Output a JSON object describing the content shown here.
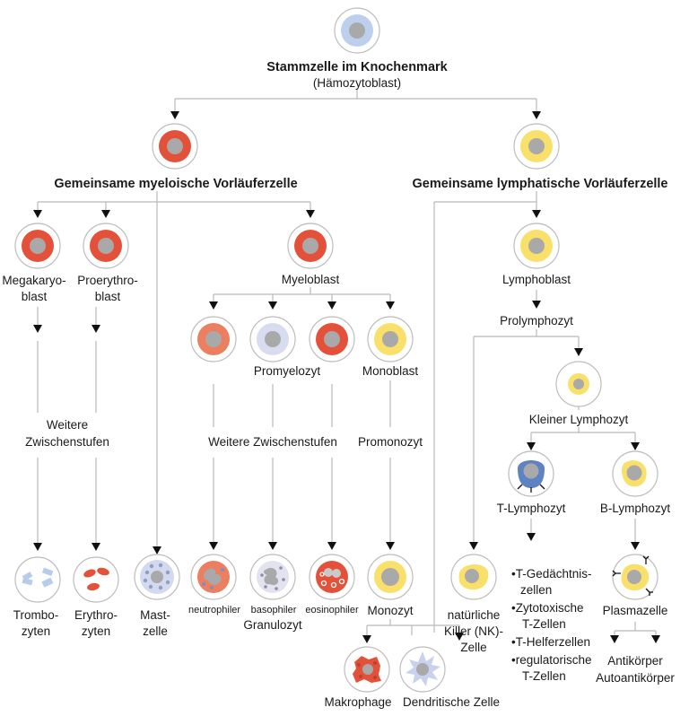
{
  "colors": {
    "myeloid_red": "#e4513a",
    "myeloid_light": "#eb7f5f",
    "lymph_yellow": "#f9e06a",
    "stem_blue": "#bcd0ee",
    "nucleus_gray": "#a9a9a9",
    "tcell_blue": "#5f82c2",
    "platelet_blue": "#b7cbea",
    "line_gray": "#b9b9b9"
  },
  "stem": {
    "title": "Stammzelle im Knochenmark",
    "subtitle": "(Hämozytoblast)"
  },
  "myeloid": {
    "progenitor": "Gemeinsame myeloische Vorläuferzelle",
    "megakaryoblast": [
      "Megakaryo-",
      "blast"
    ],
    "proerythroblast": [
      "Proerythro-",
      "blast"
    ],
    "myeloblast": "Myeloblast",
    "promyelozyt": "Promyelozyt",
    "monoblast": "Monoblast",
    "weitere_left": [
      "Weitere",
      "Zwischenstufen"
    ],
    "weitere_mid": "Weitere Zwischenstufen",
    "promonozyt": "Promonozyt",
    "thrombozyten": [
      "Trombo-",
      "zyten"
    ],
    "erythrozyten": [
      "Erythro-",
      "zyten"
    ],
    "mastzelle": [
      "Mast-",
      "zelle"
    ],
    "neutrophiler": "neutrophiler",
    "basophiler": "basophiler",
    "eosinophiler": "eosinophiler",
    "granulozyt": "Granulozyt",
    "monozyt": "Monozyt",
    "makrophage": "Makrophage",
    "dendritische": "Dendritische Zelle"
  },
  "lymphoid": {
    "progenitor": "Gemeinsame lymphatische Vorläuferzelle",
    "lymphoblast": "Lymphoblast",
    "prolymphozyt": "Prolymphozyt",
    "kleiner": "Kleiner Lymphozyt",
    "t_lymphozyt": "T-Lymphozyt",
    "b_lymphozyt": "B-Lymphozyt",
    "nk": [
      "natürliche",
      "Killer (NK)-",
      "Zelle"
    ],
    "t_subtypes": [
      "•T-Gedächtnis-",
      "zellen",
      "•Zytotoxische",
      "T-Zellen",
      "•T-Helferzellen",
      "•regulatorische",
      "T-Zellen"
    ],
    "plasmazelle": "Plasmazelle",
    "antikoerper": "Antikörper",
    "autoantikoerper": "Autoantikörper"
  },
  "icons": [
    "stem-cell-icon",
    "myeloid-progenitor-icon",
    "lymphoid-progenitor-icon",
    "platelet-icon",
    "erythrocyte-icon",
    "mast-cell-icon",
    "neutrophil-icon",
    "basophil-icon",
    "eosinophil-icon",
    "monocyte-icon",
    "macrophage-icon",
    "dendritic-cell-icon",
    "t-cell-icon",
    "b-cell-icon",
    "nk-cell-icon",
    "plasma-cell-icon"
  ]
}
